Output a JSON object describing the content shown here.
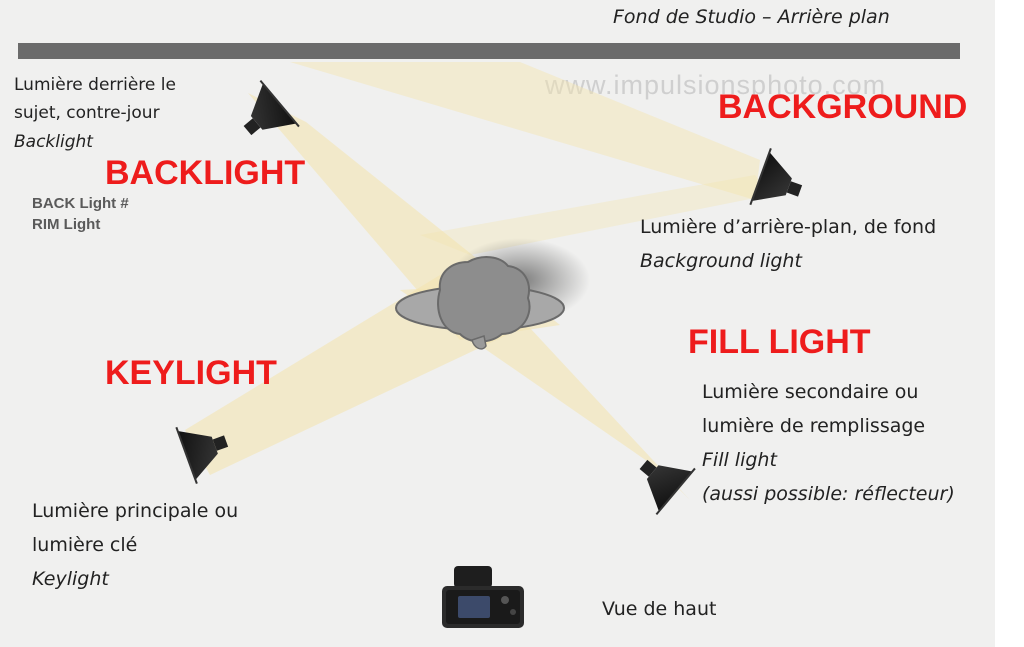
{
  "header": {
    "title": "Fond de Studio – Arrière plan"
  },
  "watermark": "www.impulsionsphoto.com",
  "backlight": {
    "heading": "BACKLIGHT",
    "desc_lines": [
      "Lumière derrière le",
      "sujet, contre-jour"
    ],
    "desc_italic": "Backlight",
    "sub_lines": [
      "BACK Light #",
      "RIM Light"
    ]
  },
  "background": {
    "heading": "BACKGROUND",
    "desc": "Lumière d’arrière-plan, de fond",
    "desc_italic": "Background light"
  },
  "fill": {
    "heading": "FILL LIGHT",
    "desc_lines": [
      "Lumière secondaire ou",
      "lumière de remplissage"
    ],
    "italic_lines": [
      "Fill light",
      "(aussi possible: réflecteur)"
    ]
  },
  "key": {
    "heading": "KEYLIGHT",
    "desc_lines": [
      "Lumière principale ou",
      "lumière clé"
    ],
    "desc_italic": "Keylight"
  },
  "camera": {
    "caption": "Vue de haut"
  },
  "colors": {
    "beam": "#f4e5b0",
    "heading_red": "#ee1c1c",
    "bar": "#6b6b6b",
    "background": "#f0f0ef"
  }
}
